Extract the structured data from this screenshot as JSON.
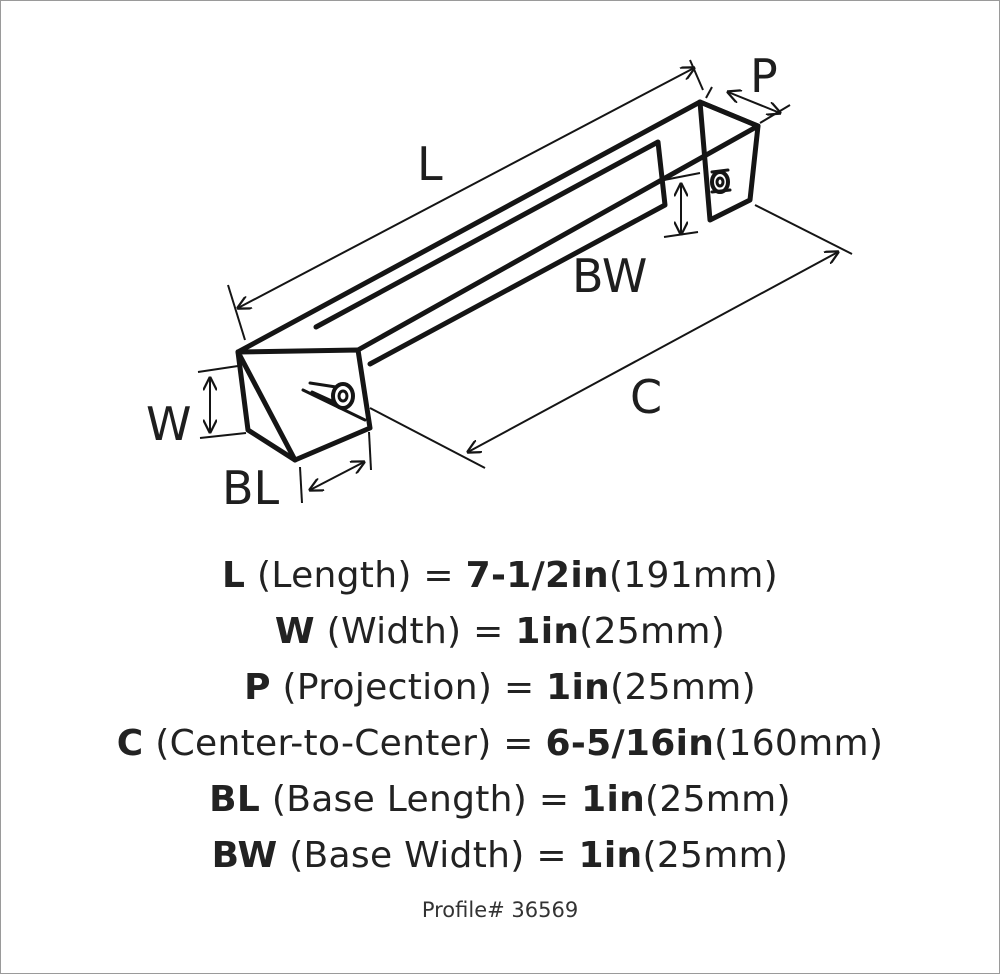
{
  "labels": {
    "length": "L",
    "projection": "P",
    "base_width": "BW",
    "width": "W",
    "center": "C",
    "base_length": "BL"
  },
  "specs": [
    {
      "key": "L",
      "name": "(Length) =",
      "imperial": "7-1/2in",
      "metric": "(191mm)"
    },
    {
      "key": "W",
      "name": "(Width) =",
      "imperial": "1in",
      "metric": "(25mm)"
    },
    {
      "key": "P",
      "name": "(Projection) =",
      "imperial": "1in",
      "metric": "(25mm)"
    },
    {
      "key": "C",
      "name": "(Center-to-Center) =",
      "imperial": "6-5/16in",
      "metric": "(160mm)"
    },
    {
      "key": "BL",
      "name": "(Base Length) =",
      "imperial": "1in",
      "metric": "(25mm)"
    },
    {
      "key": "BW",
      "name": "(Base Width) =",
      "imperial": "1in",
      "metric": "(25mm)"
    }
  ],
  "profile": "Profile# 36569",
  "colors": {
    "line": "#151515",
    "text": "#222222",
    "frame": "#9a9a9a"
  }
}
